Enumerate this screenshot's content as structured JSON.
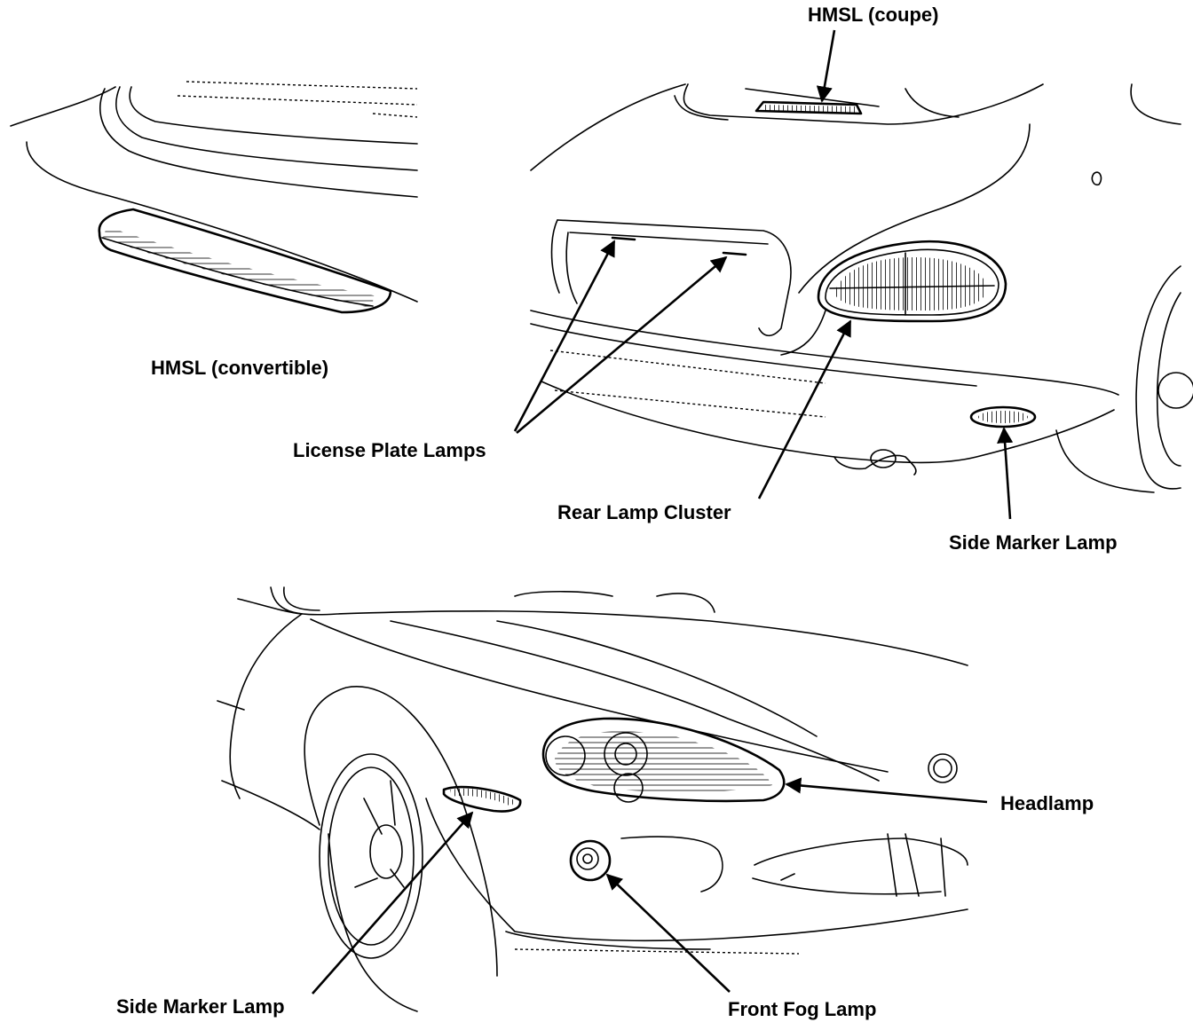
{
  "labels": {
    "hmsl_coupe": "HMSL (coupe)",
    "hmsl_convertible": "HMSL (convertible)",
    "license_plate_lamps": "License Plate Lamps",
    "rear_lamp_cluster": "Rear Lamp Cluster",
    "side_marker_lamp_rear": "Side Marker Lamp",
    "headlamp": "Headlamp",
    "side_marker_lamp_front": "Side Marker Lamp",
    "front_fog_lamp": "Front Fog Lamp"
  },
  "colors": {
    "line": "#000000",
    "background": "#ffffff"
  }
}
